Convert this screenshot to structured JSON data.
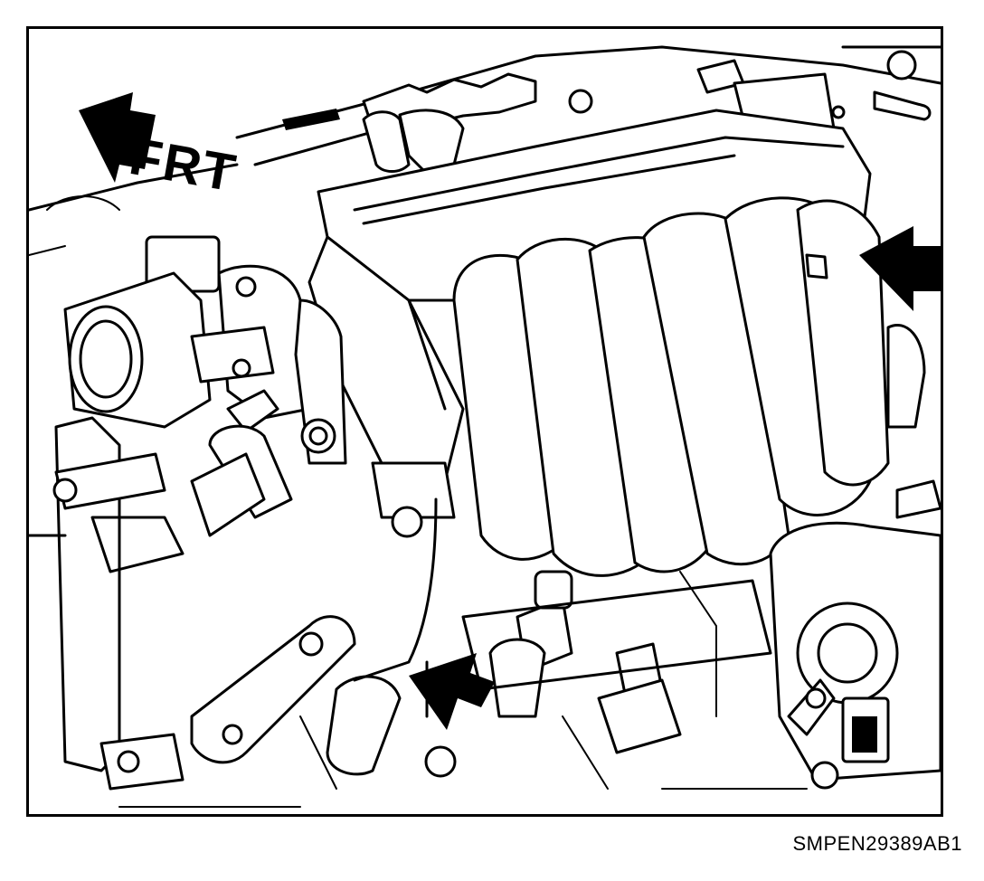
{
  "figure": {
    "direction_label": "FRT",
    "figure_id": "SMPEN29389AB1",
    "colors": {
      "line": "#000000",
      "background": "#ffffff"
    },
    "callout_arrows": [
      "front-direction-arrow",
      "arrow-right-side",
      "arrow-lower-center"
    ]
  }
}
